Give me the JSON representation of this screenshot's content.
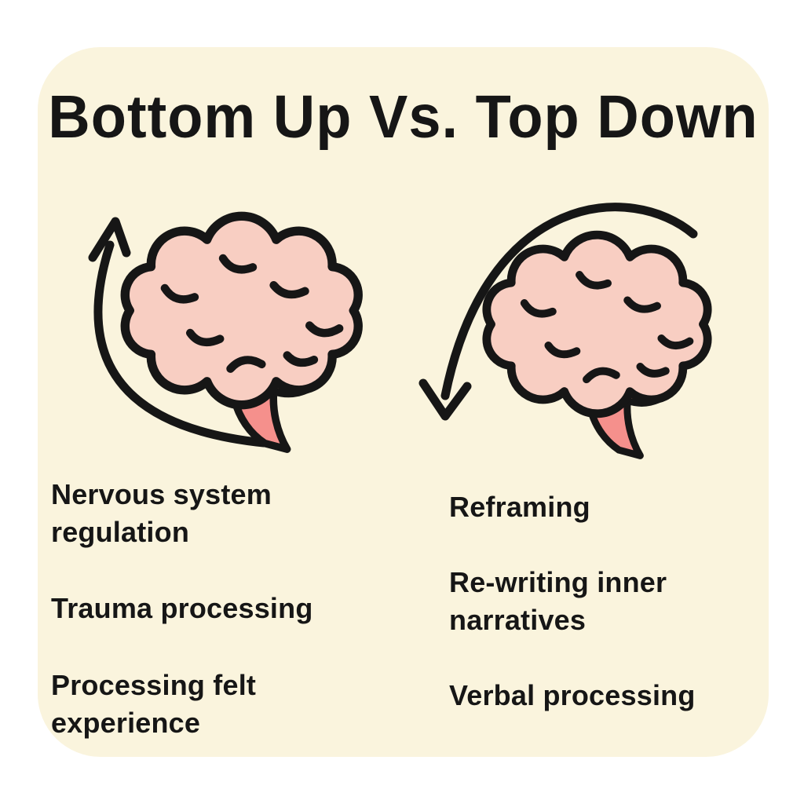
{
  "title": "Bottom Up Vs. Top Down",
  "colors": {
    "page_bg": "#ffffff",
    "card_bg": "#FAF4DD",
    "ink": "#161616",
    "brain_fill": "#F8CEC2",
    "brain_stem": "#F5908C"
  },
  "left_column": {
    "icon": "brain-with-bottom-up-arrow",
    "items": [
      "Nervous system regulation",
      "Trauma processing",
      "Processing felt experience"
    ]
  },
  "right_column": {
    "icon": "brain-with-top-down-arrow",
    "items": [
      "Reframing",
      "Re-writing inner narratives",
      "Verbal processing"
    ]
  }
}
